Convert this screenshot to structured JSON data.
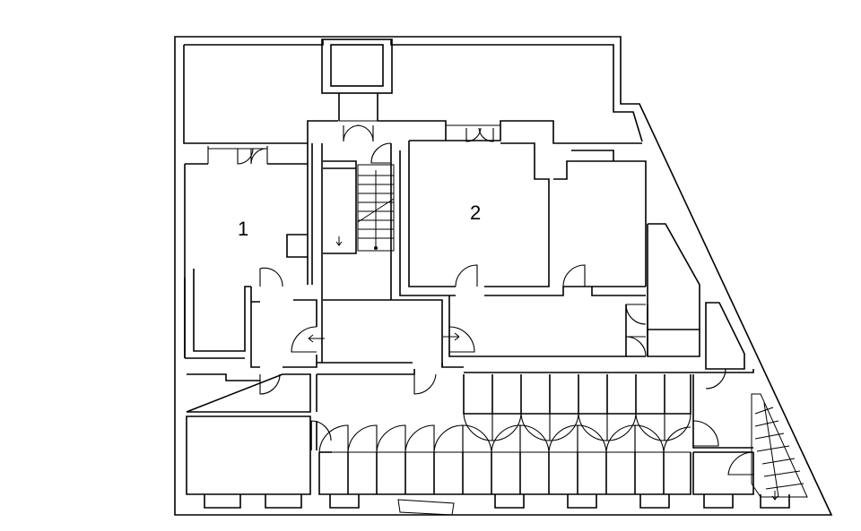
{
  "rooms": [
    {
      "id": "room-1",
      "label": "1"
    },
    {
      "id": "room-2",
      "label": "2"
    }
  ]
}
